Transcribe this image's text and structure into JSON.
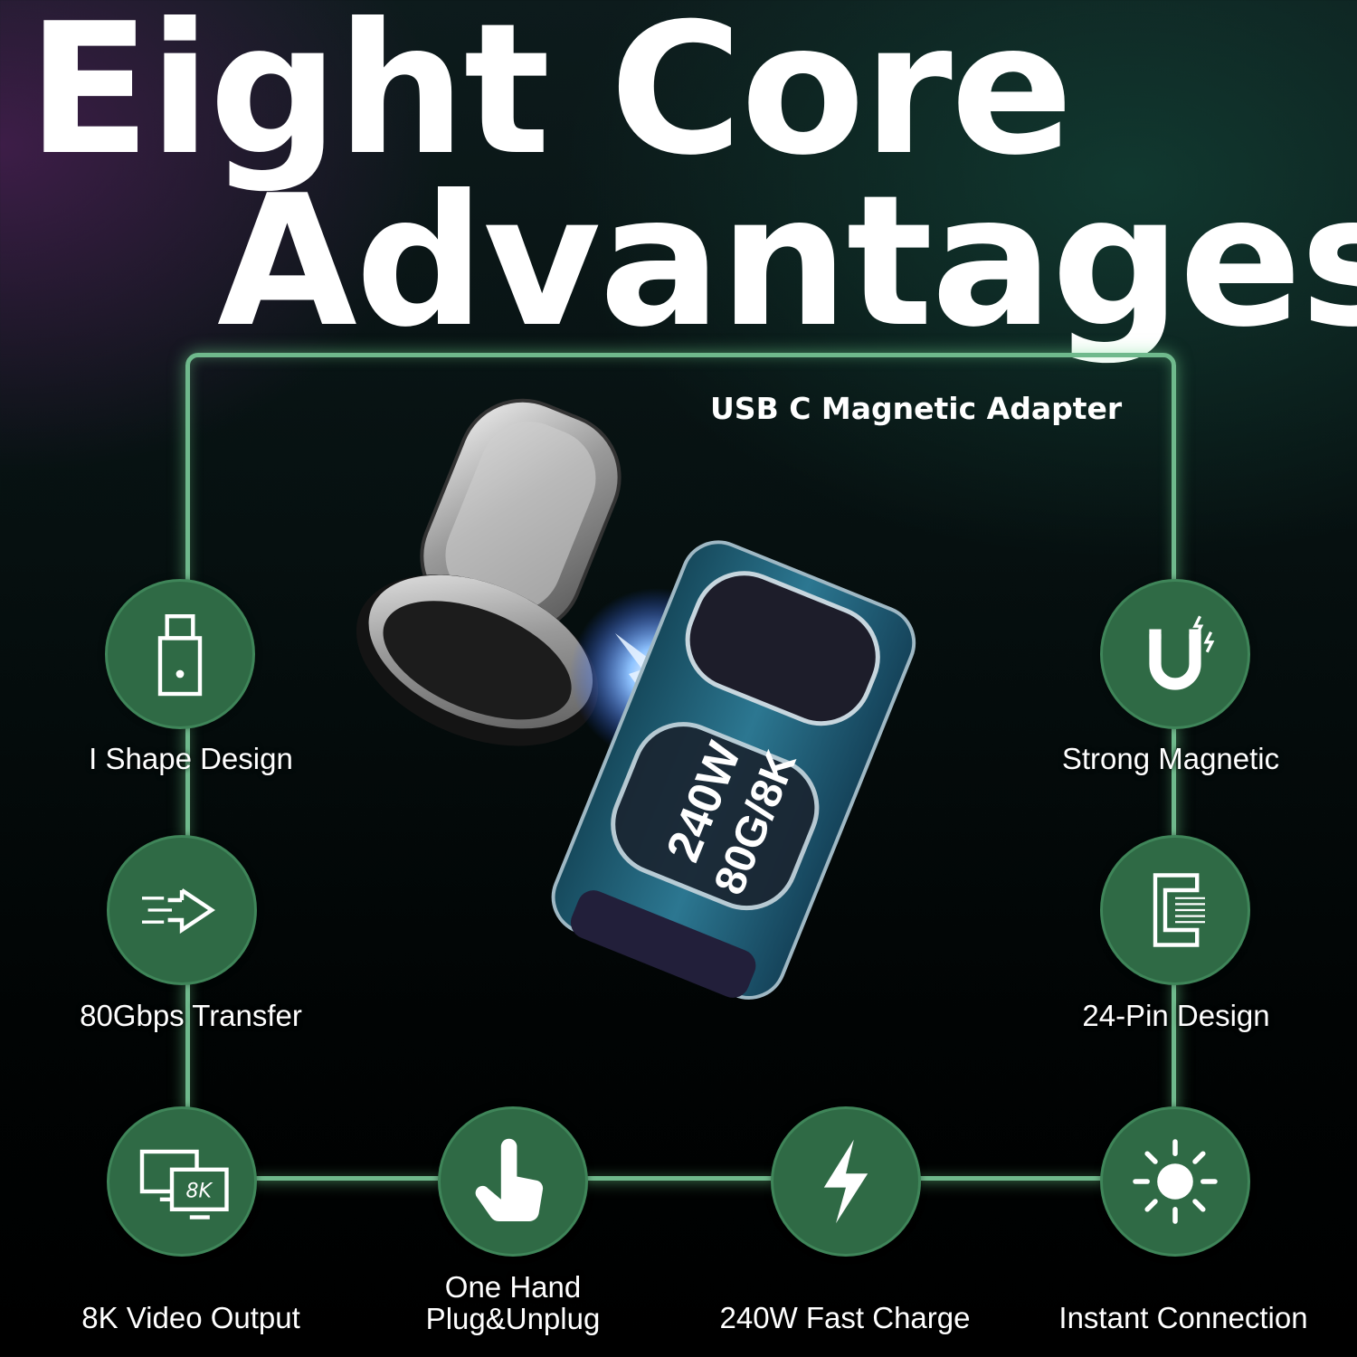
{
  "title": {
    "line1": "Eight Core",
    "line2": "Advantages"
  },
  "subtitle": "USB C Magnetic Adapter",
  "product": {
    "marking_power": "240W",
    "marking_spec": "80G/8K"
  },
  "features": [
    {
      "label": "I Shape Design",
      "icon": "usb-stick-icon"
    },
    {
      "label": "Strong Magnetic",
      "icon": "magnet-icon"
    },
    {
      "label": "80Gbps Transfer",
      "icon": "fast-arrow-icon"
    },
    {
      "label": "24-Pin Design",
      "icon": "pin-connector-icon"
    },
    {
      "label": "8K Video Output",
      "icon": "monitor-8k-icon",
      "icon_text": "8K"
    },
    {
      "label": "One Hand\nPlug&Unplug",
      "icon": "hand-icon"
    },
    {
      "label": "240W Fast Charge",
      "icon": "lightning-icon"
    },
    {
      "label": "Instant Connection",
      "icon": "sun-icon"
    }
  ],
  "colors": {
    "frame": "#6fb98c",
    "circle": "#2f6a45",
    "adapter_body": "#2a6e87"
  }
}
